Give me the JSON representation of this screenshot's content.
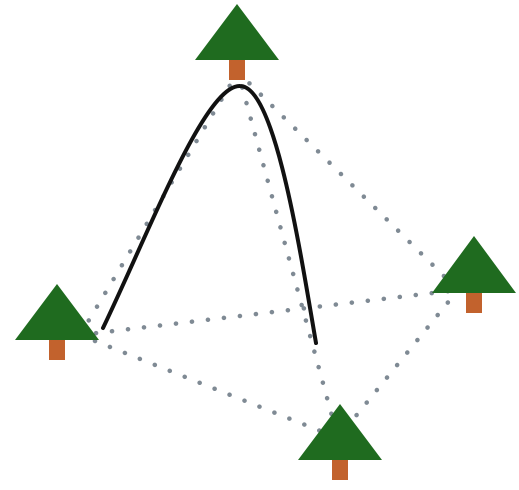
{
  "diagram": {
    "trees": [
      {
        "id": "top"
      },
      {
        "id": "left"
      },
      {
        "id": "right"
      },
      {
        "id": "bottom"
      }
    ],
    "dotted_edges": [
      {
        "from": "top",
        "to": "left"
      },
      {
        "from": "top",
        "to": "right"
      },
      {
        "from": "top",
        "to": "bottom"
      },
      {
        "from": "left",
        "to": "right"
      },
      {
        "from": "left",
        "to": "bottom"
      },
      {
        "from": "right",
        "to": "bottom"
      }
    ],
    "solid_path": {
      "from": "left",
      "via": "top",
      "ends_near": "bottom"
    }
  },
  "colors": {
    "foliage": "#1f6b1f",
    "trunk": "#c2622d",
    "dotted_edge": "#7f8a94",
    "solid_path": "#111111",
    "background": "#ffffff"
  }
}
